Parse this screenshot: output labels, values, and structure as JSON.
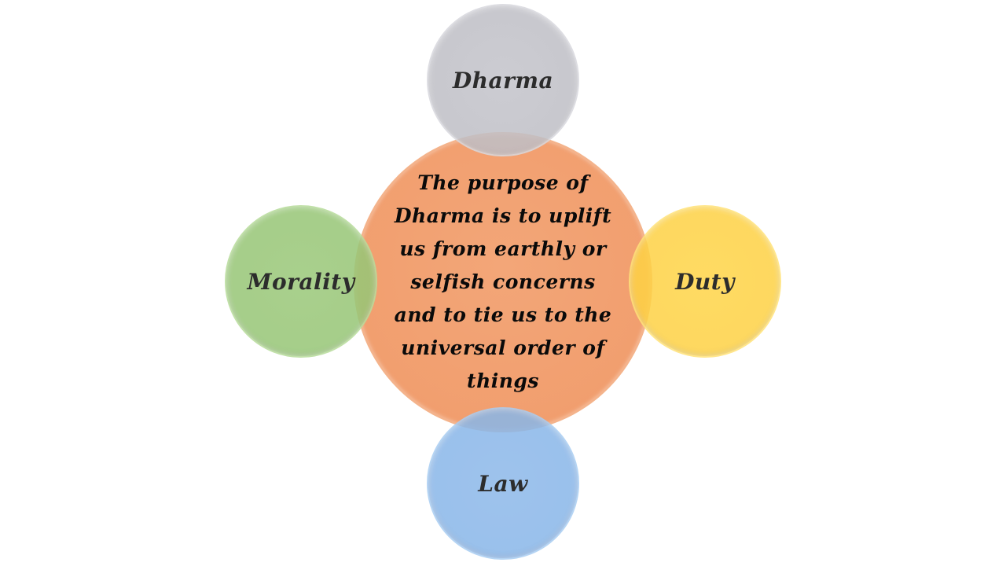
{
  "diagram": {
    "type": "radial-venn",
    "center": {
      "text": "The purpose of Dharma is to uplift us from earthly or selfish concerns and to tie us to the universal order of things",
      "color": "#f19e6e"
    },
    "satellites": [
      {
        "position": "top",
        "label": "Dharma",
        "color": "#bfbfc6"
      },
      {
        "position": "left",
        "label": "Morality",
        "color": "#97c676"
      },
      {
        "position": "right",
        "label": "Duty",
        "color": "#fdd145"
      },
      {
        "position": "bottom",
        "label": "Law",
        "color": "#89b6e8"
      }
    ]
  }
}
